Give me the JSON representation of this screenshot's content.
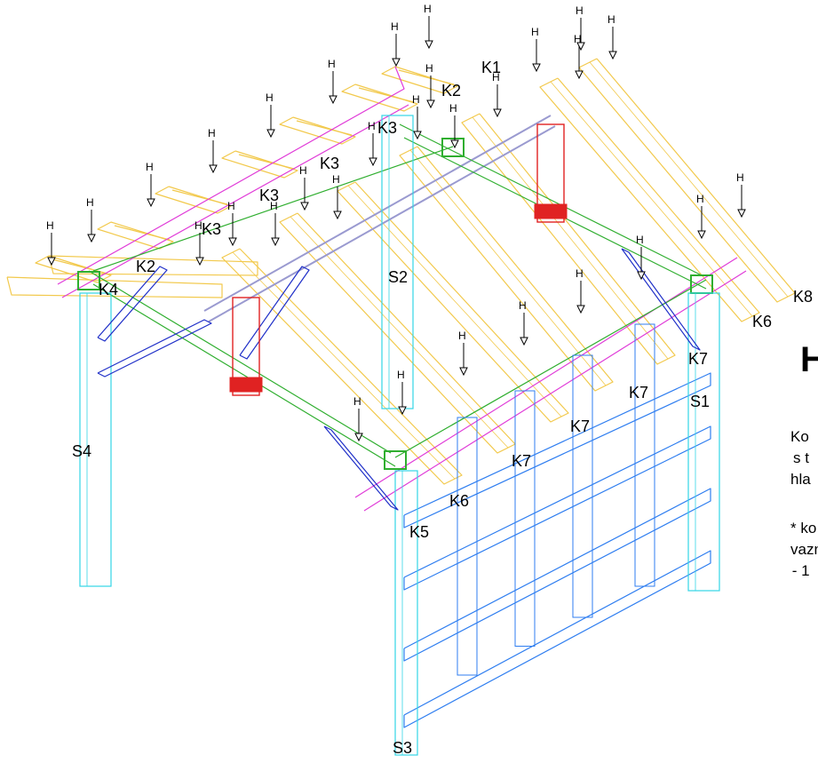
{
  "side_text": {
    "big_letter": "H",
    "lines": [
      "Ko",
      "s t",
      "hla",
      "* ko",
      "vazn",
      " - 1"
    ]
  },
  "load_marker": "H",
  "labels": {
    "K1": "K1",
    "K2": "K2",
    "K3": "K3",
    "K4": "K4",
    "K5": "K5",
    "K6": "K6",
    "K7": "K7",
    "K8": "K8",
    "S1": "S1",
    "S2": "S2",
    "S3": "S3",
    "S4": "S4"
  },
  "colors": {
    "rafter": "#f2c94c",
    "ridge": "#e03cd8",
    "column": "#33d6e6",
    "wall": "#2f7ef0",
    "brace": "#1f2fc8",
    "plate": "#2fae2f",
    "post": "#e02222",
    "purlin": "#9a9ad0"
  }
}
